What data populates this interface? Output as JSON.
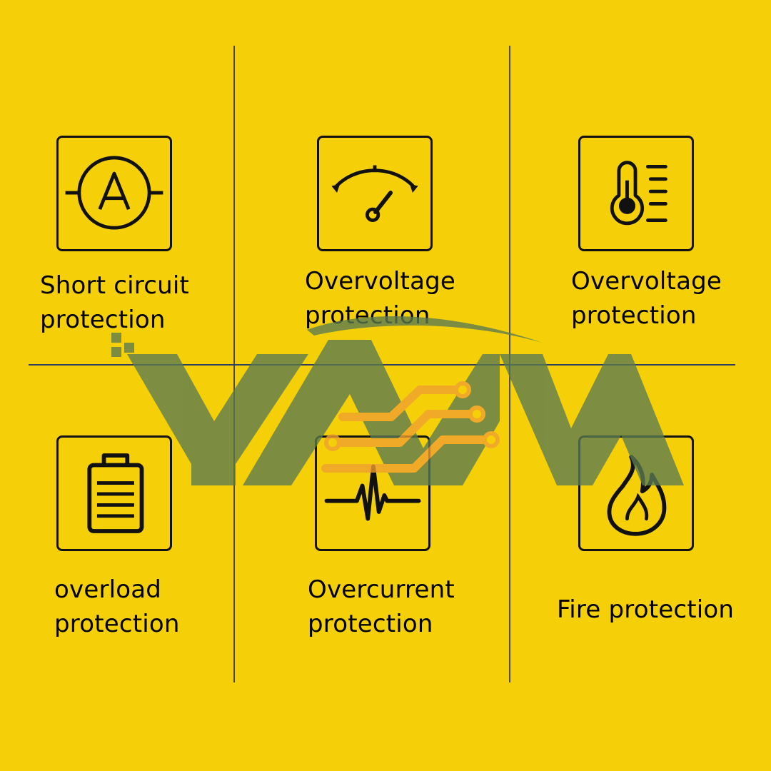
{
  "features": [
    {
      "icon": "ammeter-icon",
      "lines": [
        "Short circuit",
        "protection"
      ]
    },
    {
      "icon": "gauge-icon",
      "lines": [
        "Overvoltage",
        "protection"
      ]
    },
    {
      "icon": "thermometer-icon",
      "lines": [
        "Overvoltage",
        "protection"
      ]
    },
    {
      "icon": "battery-icon",
      "lines": [
        "overload",
        "protection"
      ]
    },
    {
      "icon": "pulse-icon",
      "lines": [
        "Overcurrent",
        "protection"
      ]
    },
    {
      "icon": "flame-icon",
      "lines": [
        "Fire protection"
      ]
    }
  ],
  "watermark": {
    "text": "YAAA",
    "colors": {
      "letters": "#5b7b52",
      "circuit": "#f0a030"
    }
  },
  "colors": {
    "background": "#F5D009",
    "ink": "#111111"
  }
}
